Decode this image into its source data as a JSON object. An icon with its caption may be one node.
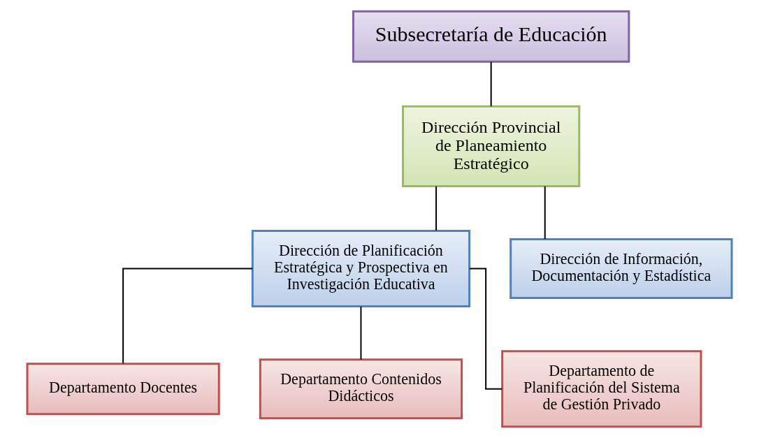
{
  "diagram": {
    "nodes": [
      {
        "text": [
          "Subsecretaría de Educación"
        ]
      },
      {
        "text": [
          "Dirección Provincial de Planeamiento Estratégico"
        ]
      },
      {
        "text": [
          "Dirección de Planificación Estratégica y Prospectiva en Investigación Educativa"
        ]
      },
      {
        "text": [
          "Dirección de Información, Documentación y Estadística"
        ]
      },
      {
        "text": [
          "Departamento Docentes"
        ]
      },
      {
        "text": [
          "Departamento Contenidos Didácticos"
        ]
      },
      {
        "text": [
          "Departamento de Planificación del Sistema de Gestión Privado"
        ]
      }
    ],
    "edges": [
      {
        "from": 0,
        "to": 1,
        "arrow": "none"
      },
      {
        "from": 1,
        "to": 2,
        "arrow": "none"
      },
      {
        "from": 1,
        "to": 3,
        "arrow": "none"
      },
      {
        "from": 2,
        "to": 4,
        "arrow": "none"
      },
      {
        "from": 2,
        "to": 5,
        "arrow": "none"
      },
      {
        "from": 2,
        "to": 6,
        "arrow": "none"
      }
    ]
  }
}
